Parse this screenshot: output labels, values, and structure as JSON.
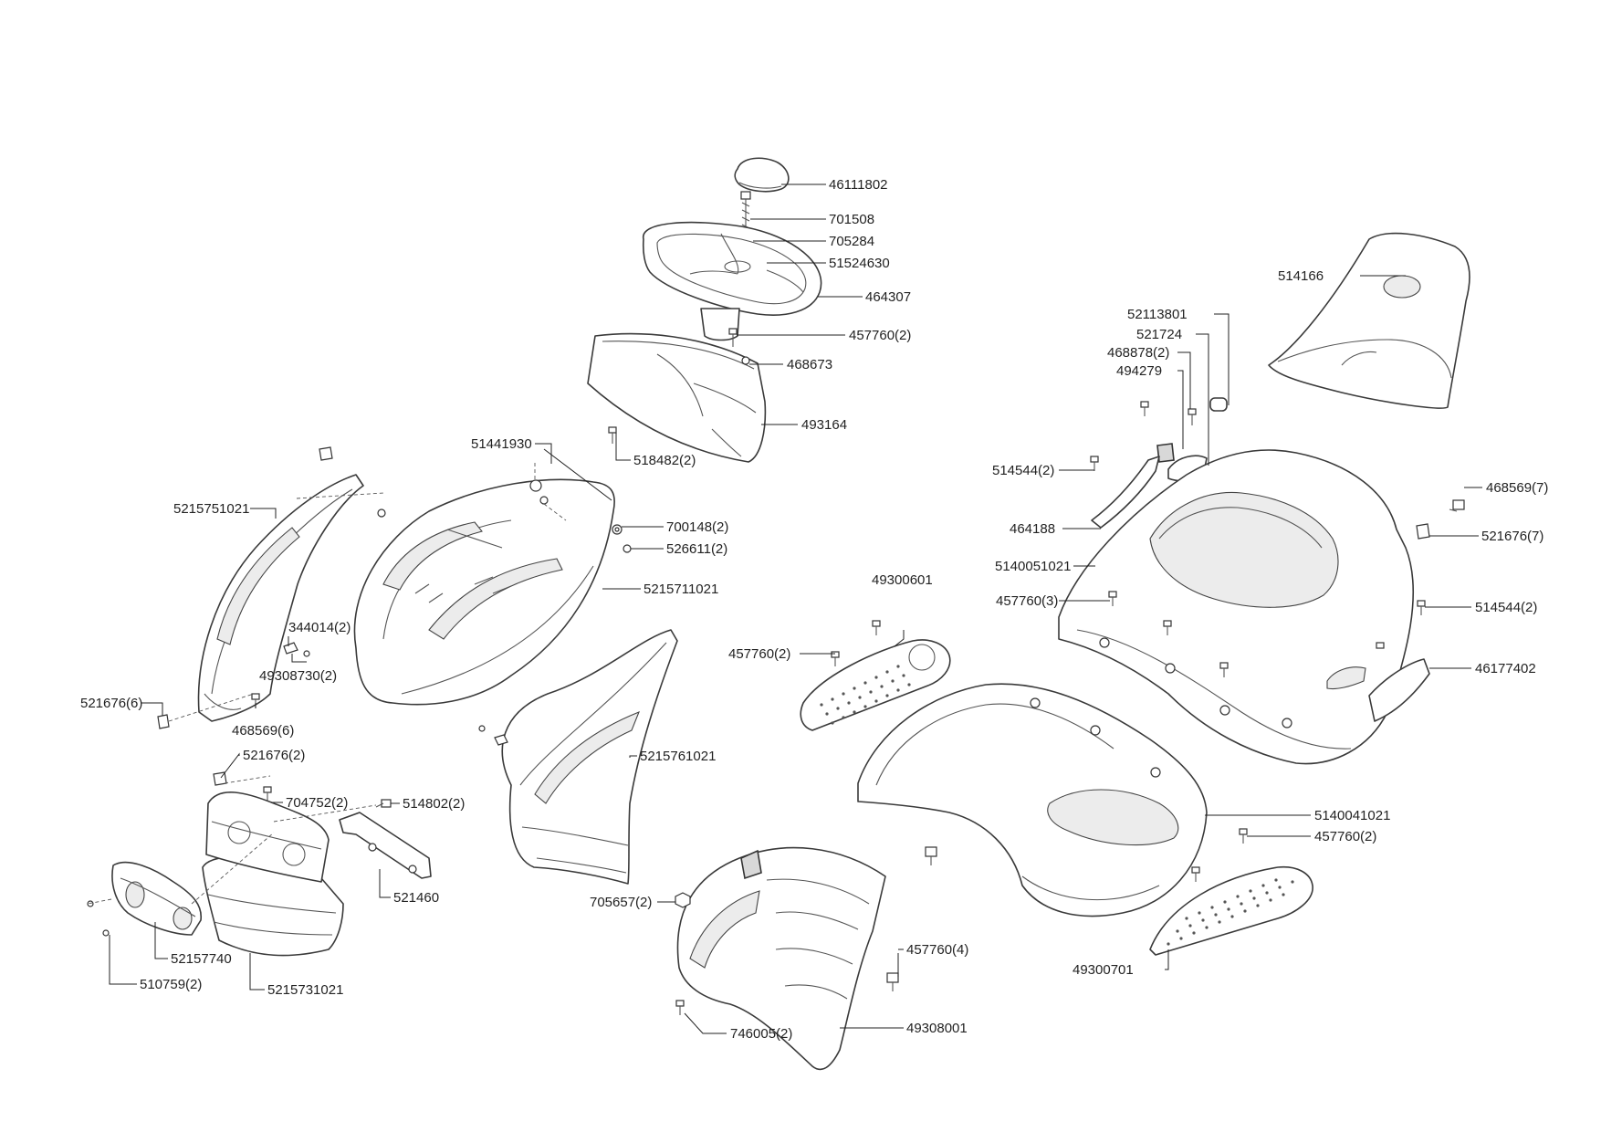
{
  "labels": {
    "p46111802": "46111802",
    "p701508": "701508",
    "p705284": "705284",
    "p51524630": "51524630",
    "p464307": "464307",
    "p457760_2a": "457760(2)",
    "p468673": "468673",
    "p493164": "493164",
    "p518482_2": "518482(2)",
    "p51441930": "51441930",
    "p700148_2": "700148(2)",
    "p526611_2": "526611(2)",
    "p5215711021": "5215711021",
    "p5215751021": "5215751021",
    "p344014_2": "344014(2)",
    "p49308730_2": "49308730(2)",
    "p521676_6": "521676(6)",
    "p468569_6": "468569(6)",
    "p521676_2": "521676(2)",
    "p704752_2": "704752(2)",
    "p514802_2": "514802(2)",
    "p521460": "521460",
    "p52157740": "52157740",
    "p510759_2": "510759(2)",
    "p5215731021": "5215731021",
    "p5215761021": "5215761021",
    "p705657_2": "705657(2)",
    "p457760_4": "457760(4)",
    "p49308001": "49308001",
    "p746005_2": "746005(2)",
    "p49300601": "49300601",
    "p457760_2b": "457760(2)",
    "p514166": "514166",
    "p52113801": "52113801",
    "p521724": "521724",
    "p468878_2": "468878(2)",
    "p494279": "494279",
    "p514544_2a": "514544(2)",
    "p464188": "464188",
    "p5140051021": "5140051021",
    "p457760_3": "457760(3)",
    "p468569_7": "468569(7)",
    "p521676_7": "521676(7)",
    "p514544_2b": "514544(2)",
    "p46177402": "46177402",
    "p5140041021": "5140041021",
    "p457760_2c": "457760(2)",
    "p49300701": "49300701"
  }
}
